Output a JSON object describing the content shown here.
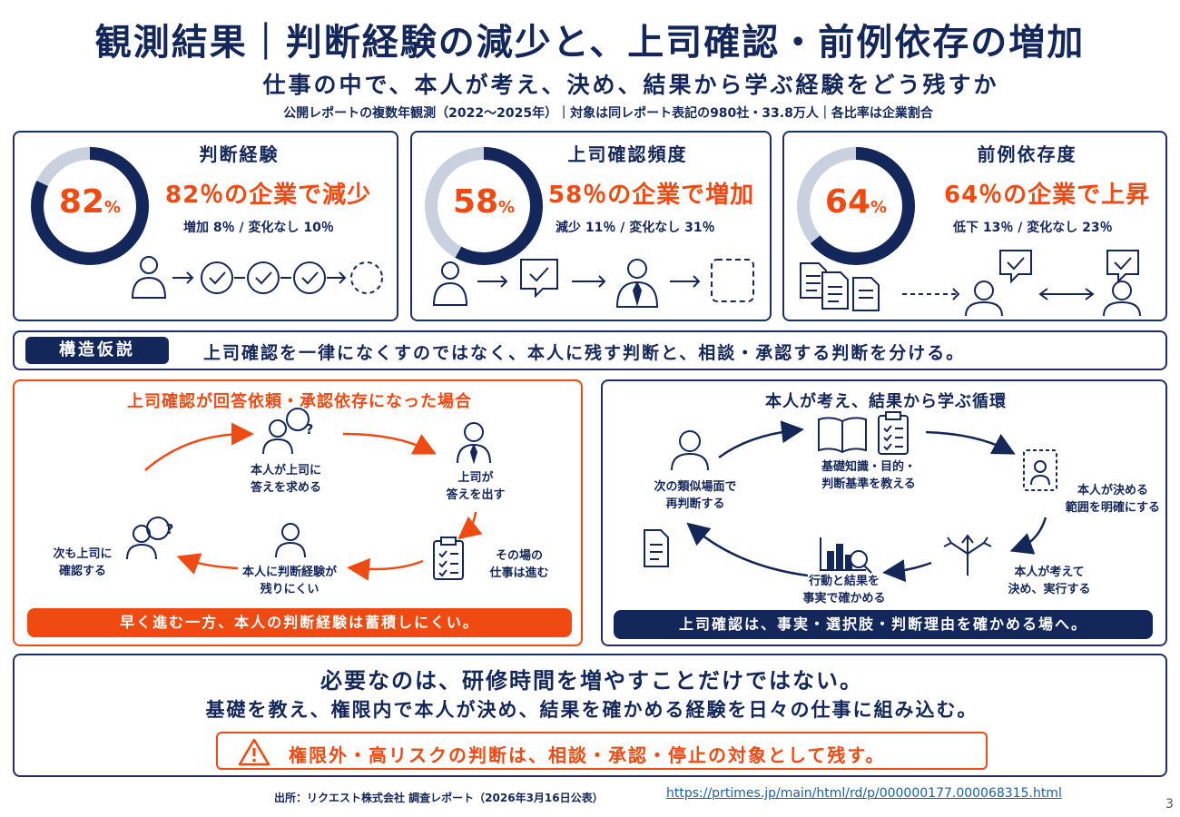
{
  "header": {
    "title": "観測結果｜判断経験の減少と、上司確認・前例依存の増加",
    "subtitle": "仕事の中で、本人が考え、決め、結果から学ぶ経験をどう残すか",
    "note": "公開レポートの複数年観測（2022〜2025年）｜対象は同レポート表記の980社・33.8万人｜各比率は企業割合"
  },
  "cards": [
    {
      "heading": "判断経験",
      "percent": 82,
      "pct_text": "82",
      "pct_unit": "%",
      "headline": "82％の企業で減少",
      "sub": "増加 8％ / 変化なし 10％"
    },
    {
      "heading": "上司確認頻度",
      "percent": 58,
      "pct_text": "58",
      "pct_unit": "%",
      "headline": "58％の企業で増加",
      "sub": "減少 11％ / 変化なし 31％"
    },
    {
      "heading": "前例依存度",
      "percent": 64,
      "pct_text": "64",
      "pct_unit": "%",
      "headline": "64％の企業で上昇",
      "sub": "低下 13％ / 変化なし 23％"
    }
  ],
  "hypothesis": {
    "tag": "構造仮説",
    "text": "上司確認を一律になくすのではなく、本人に残す判断と、相談・承認する判断を分ける。"
  },
  "left_panel": {
    "title": "上司確認が回答依頼・承認依存になった場合",
    "step1": [
      "本人が上司に",
      "答えを求める"
    ],
    "step2": [
      "上司が",
      "答えを出す"
    ],
    "step3": [
      "その場の",
      "仕事は進む"
    ],
    "step4": [
      "本人に判断経験が",
      "残りにくい"
    ],
    "step5": [
      "次も上司に",
      "確認する"
    ],
    "banner": "早く進む一方、本人の判断経験は蓄積しにくい。"
  },
  "right_panel": {
    "title": "本人が考え、結果から学ぶ循環",
    "step1": [
      "基礎知識・目的・",
      "判断基準を教える"
    ],
    "step2": [
      "本人が決める",
      "範囲を明確にする"
    ],
    "step3": [
      "本人が考えて",
      "決め、実行する"
    ],
    "step4": [
      "行動と結果を",
      "事実で確かめる"
    ],
    "step5": [
      "次の類似場面で",
      "再判断する"
    ],
    "banner": "上司確認は、事実・選択肢・判断理由を確かめる場へ。"
  },
  "conclusion": {
    "line1": "必要なのは、研修時間を増やすことだけではない。",
    "line2": "基礎を教え、権限内で本人が決め、結果を確かめる経験を日々の仕事に組み込む。",
    "warning": "権限外・高リスクの判断は、相談・承認・停止の対象として残す。"
  },
  "footer": {
    "source": "出所：リクエスト株式会社 調査レポート（2026年3月16日公表）",
    "url": "https://prtimes.jp/main/html/rd/p/000000177.000068315.html",
    "page": "3"
  },
  "colors": {
    "navy": "#14275a",
    "accent": "#ef4a12",
    "ring_bg": "#c9d1de"
  },
  "icons": [
    "person-icon",
    "check-circle-icon",
    "dashed-circle-icon",
    "speech-check-icon",
    "manager-icon",
    "dashed-square-icon",
    "documents-icon",
    "book-icon",
    "checklist-icon",
    "scope-person-icon",
    "branch-arrows-icon",
    "chart-magnifier-icon",
    "document-icon",
    "question-bubble-icon",
    "warning-icon"
  ]
}
